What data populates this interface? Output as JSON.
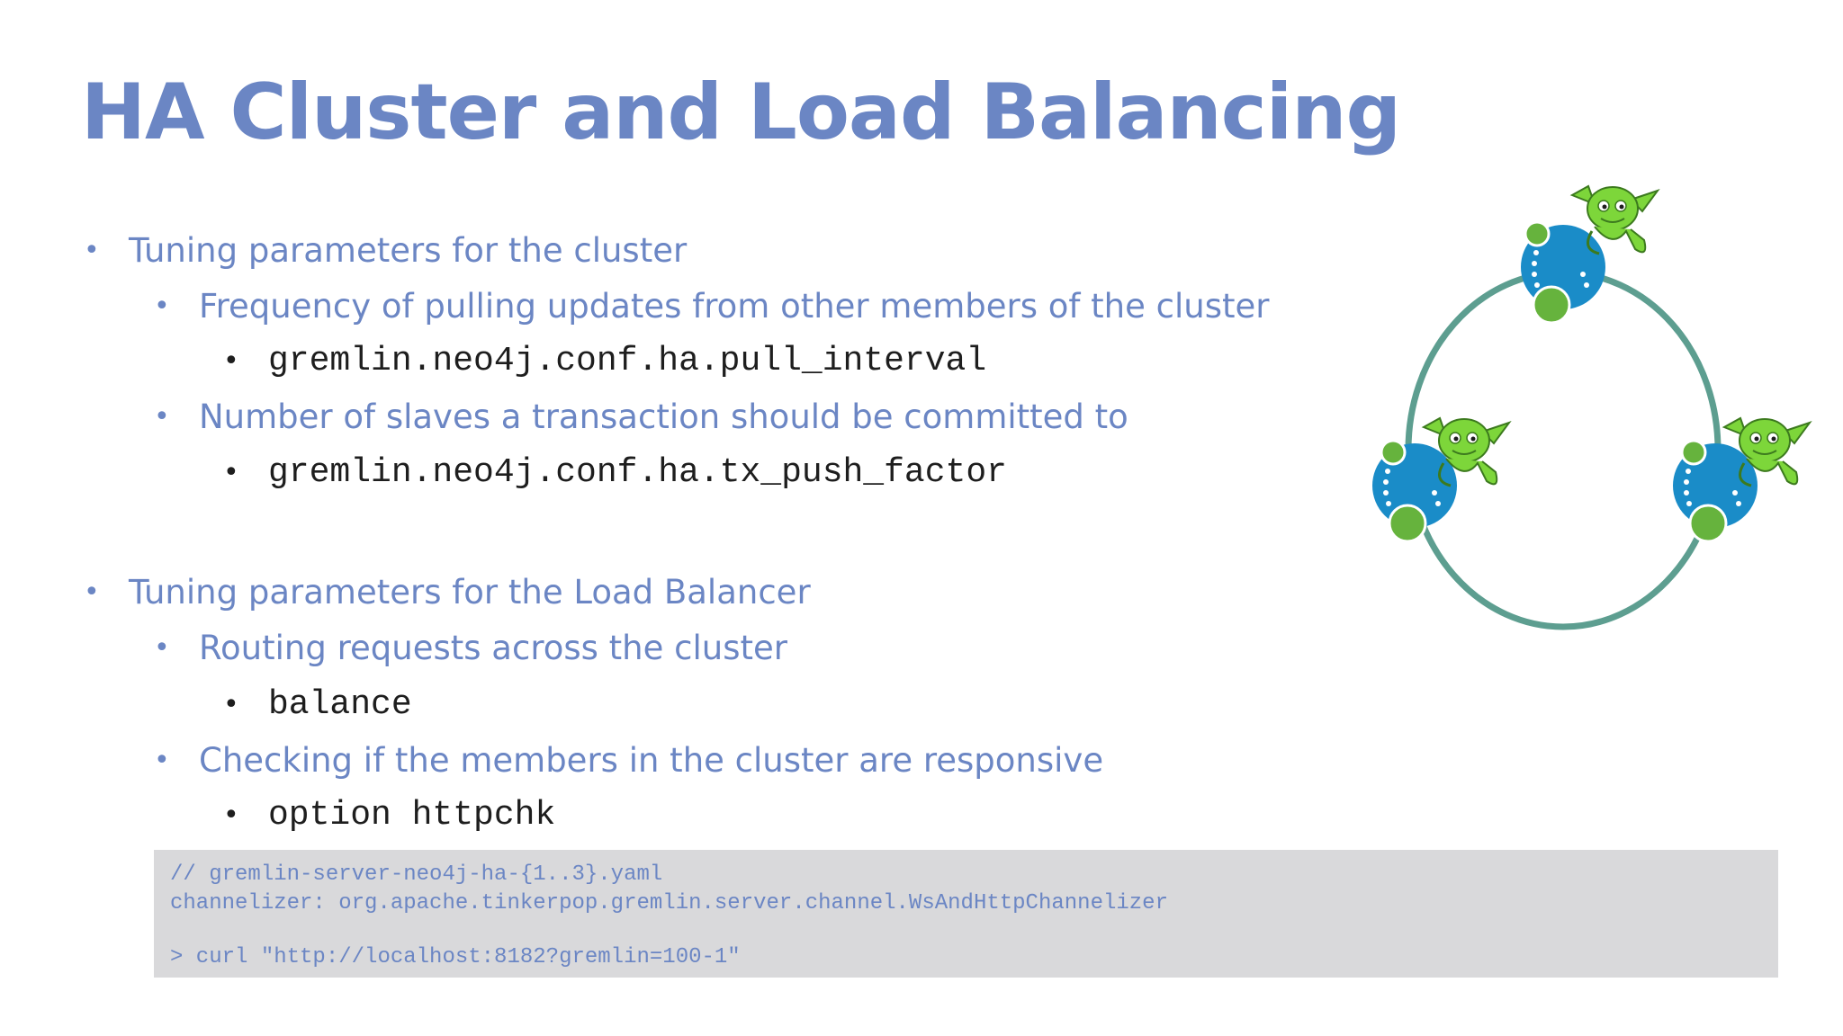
{
  "slide": {
    "title": "HA Cluster and Load Balancing"
  },
  "bullets": [
    {
      "level": 1,
      "text": "Tuning parameters for the cluster"
    },
    {
      "level": 2,
      "text": "Frequency of pulling updates from other members of the cluster"
    },
    {
      "level": 3,
      "text": "gremlin.neo4j.conf.ha.pull_interval"
    },
    {
      "level": 2,
      "text": "Number of slaves a transaction should be committed to"
    },
    {
      "level": 3,
      "text": "gremlin.neo4j.conf.ha.tx_push_factor"
    },
    {
      "level": 1,
      "text": "Tuning parameters for the Load Balancer"
    },
    {
      "level": 2,
      "text": "Routing requests across the cluster"
    },
    {
      "level": 3,
      "text": "balance"
    },
    {
      "level": 2,
      "text": "Checking if the members in the cluster are responsive"
    },
    {
      "level": 3,
      "text": "option httpchk"
    }
  ],
  "code": {
    "lines": [
      "// gremlin-server-neo4j-ha-{1..3}.yaml",
      "channelizer: org.apache.tinkerpop.gremlin.server.channel.WsAndHttpChannelizer",
      "> curl \"http://localhost:8182?gremlin=100-1\""
    ]
  },
  "diagram": {
    "ring_color": "#5d9e90",
    "node_color": "#1a8cc8",
    "accent_green": "#66b33d",
    "mascot_color": "#7dd63a",
    "nodes": [
      "gremlin-neo4j-node-top",
      "gremlin-neo4j-node-left",
      "gremlin-neo4j-node-right"
    ]
  },
  "colors": {
    "title": "#6b86c4",
    "text": "#6b86c4",
    "code_text": "#1e1e1e",
    "code_bg": "#d9d9db"
  }
}
